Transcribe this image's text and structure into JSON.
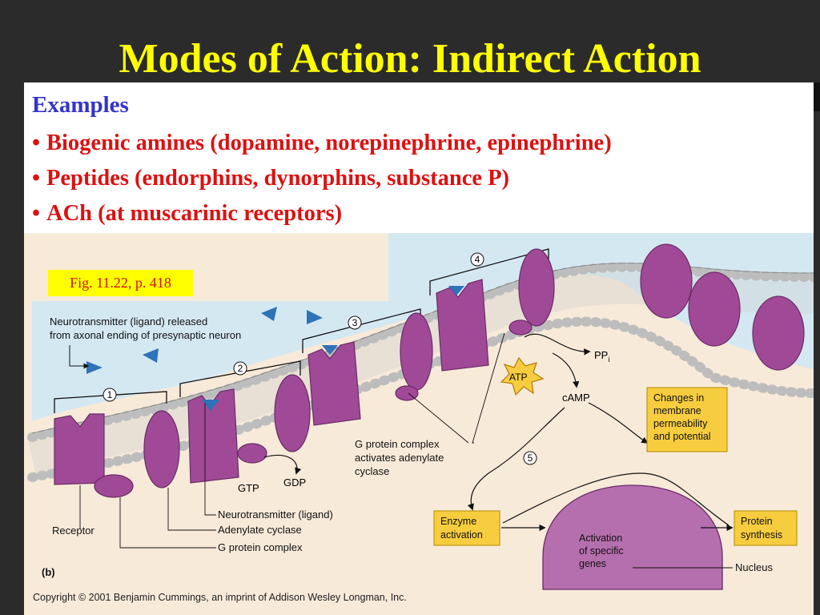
{
  "slide": {
    "title": "Modes of Action: Indirect Action",
    "examples_heading": "Examples",
    "bullets": [
      "Biogenic amines (dopamine, norepinephrine, epinephrine)",
      "Peptides (endorphins, dynorphins, substance P)",
      "ACh (at muscarinic receptors)"
    ],
    "fig_ref": "Fig. 11.22, p. 418"
  },
  "figure": {
    "panel_label": "(b)",
    "release_note_line1": "Neurotransmitter (ligand) released",
    "release_note_line2": "from axonal ending of presynaptic neuron",
    "steps": [
      "1",
      "2",
      "3",
      "4",
      "5"
    ],
    "gtp": "GTP",
    "gdp": "GDP",
    "atp": "ATP",
    "pp": "PP",
    "pp_sub": "i",
    "camp": "cAMP",
    "g_protein_note_line1": "G protein complex",
    "g_protein_note_line2": "activates adenylate",
    "g_protein_note_line3": "cyclase",
    "legend_ligand": "Neurotransmitter (ligand)",
    "legend_adenylate": "Adenylate cyclase",
    "legend_gprotein": "G protein complex",
    "receptor_label": "Receptor",
    "changes_line1": "Changes in",
    "changes_line2": "membrane",
    "changes_line3": "permeability",
    "changes_line4": "and potential",
    "enzyme_line1": "Enzyme",
    "enzyme_line2": "activation",
    "activation_line1": "Activation",
    "activation_line2": "of specific",
    "activation_line3": "genes",
    "protein_line1": "Protein",
    "protein_line2": "synthesis",
    "nucleus_label": "Nucleus",
    "colors": {
      "membrane_protein": "#a04a97",
      "yellow_box": "#f7cd3f",
      "sky": "#d4e8f2",
      "cytoplasm": "#f7ead9",
      "ligand": "#2e72b8"
    }
  },
  "copyright": "Copyright © 2001 Benjamin Cummings, an imprint of Addison Wesley Longman, Inc."
}
